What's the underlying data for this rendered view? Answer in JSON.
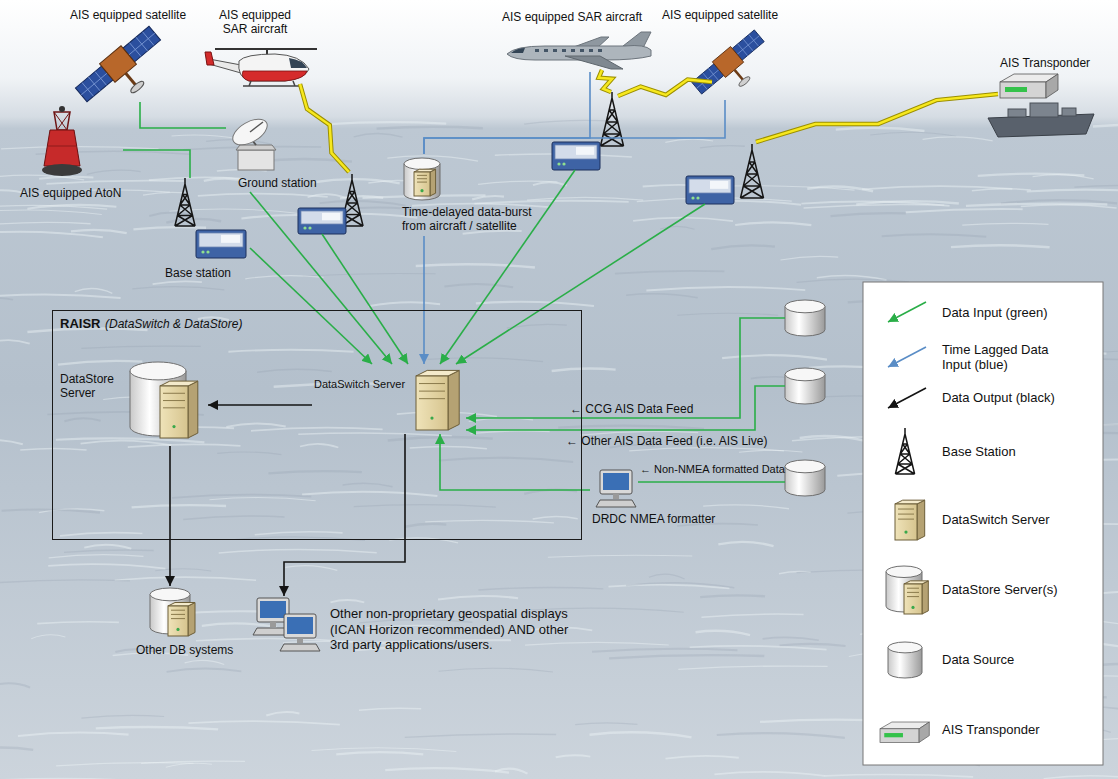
{
  "diagram": {
    "nodes": [
      {
        "text": [
          "AIS equipped satellite"
        ]
      },
      {
        "text": [
          "AIS equipped SAR aircraft"
        ]
      },
      {
        "text": [
          "AIS equipped SAR aircraft"
        ]
      },
      {
        "text": [
          "AIS equipped satellite"
        ]
      },
      {
        "text": [
          "AIS Transponder"
        ]
      },
      {
        "text": [
          "AIS equipped AtoN"
        ]
      },
      {
        "text": [
          "Ground station"
        ]
      },
      {
        "text": [
          "Base station"
        ]
      },
      {
        "text": [
          "Time-delayed data-burst from aircraft / satellite"
        ]
      },
      {
        "text": [
          "RAISR",
          "(DataSwitch & DataStore)"
        ]
      },
      {
        "text": [
          "DataStore Server"
        ],
        "in": 9
      },
      {
        "text": [
          "DataSwitch Server"
        ],
        "in": 9
      },
      {
        "text": [
          "DRDC NMEA formatter"
        ]
      },
      {
        "text": [
          "Other DB systems"
        ]
      },
      {
        "text": [
          "Other non-proprietary geospatial displays (ICAN Horizon recommended) AND other 3rd party applications/users."
        ]
      }
    ],
    "edges": [
      {
        "from": 0,
        "to": 6,
        "arrow": "none"
      },
      {
        "from": 5,
        "to": 7,
        "arrow": "none"
      },
      {
        "from": 6,
        "to": 11,
        "arrow": "to"
      },
      {
        "from": 7,
        "to": 11,
        "arrow": "to"
      },
      {
        "from": 2,
        "to": 8,
        "arrow": "none"
      },
      {
        "from": 3,
        "to": 8,
        "arrow": "none"
      },
      {
        "from": 8,
        "to": 11,
        "arrow": "to"
      },
      {
        "from": 12,
        "to": 11,
        "arrow": "to"
      },
      {
        "from": 11,
        "to": 10,
        "arrow": "to"
      },
      {
        "from": 10,
        "to": 13,
        "arrow": "to"
      },
      {
        "from": 11,
        "to": 14,
        "arrow": "to"
      }
    ],
    "labels": [
      "← CCG AIS Data Feed",
      "← Other AIS Data Feed (i.e. AIS Live)",
      "← Non-NMEA formatted Data"
    ],
    "legend": [
      {
        "text": "Data Input (green)"
      },
      {
        "text": "Time Lagged Data Input (blue)"
      },
      {
        "text": "Data Output (black)"
      },
      {
        "text": "Base Station"
      },
      {
        "text": "DataSwitch Server"
      },
      {
        "text": "DataStore Server(s)"
      },
      {
        "text": "Data Source"
      },
      {
        "text": "AIS Transponder"
      }
    ]
  }
}
